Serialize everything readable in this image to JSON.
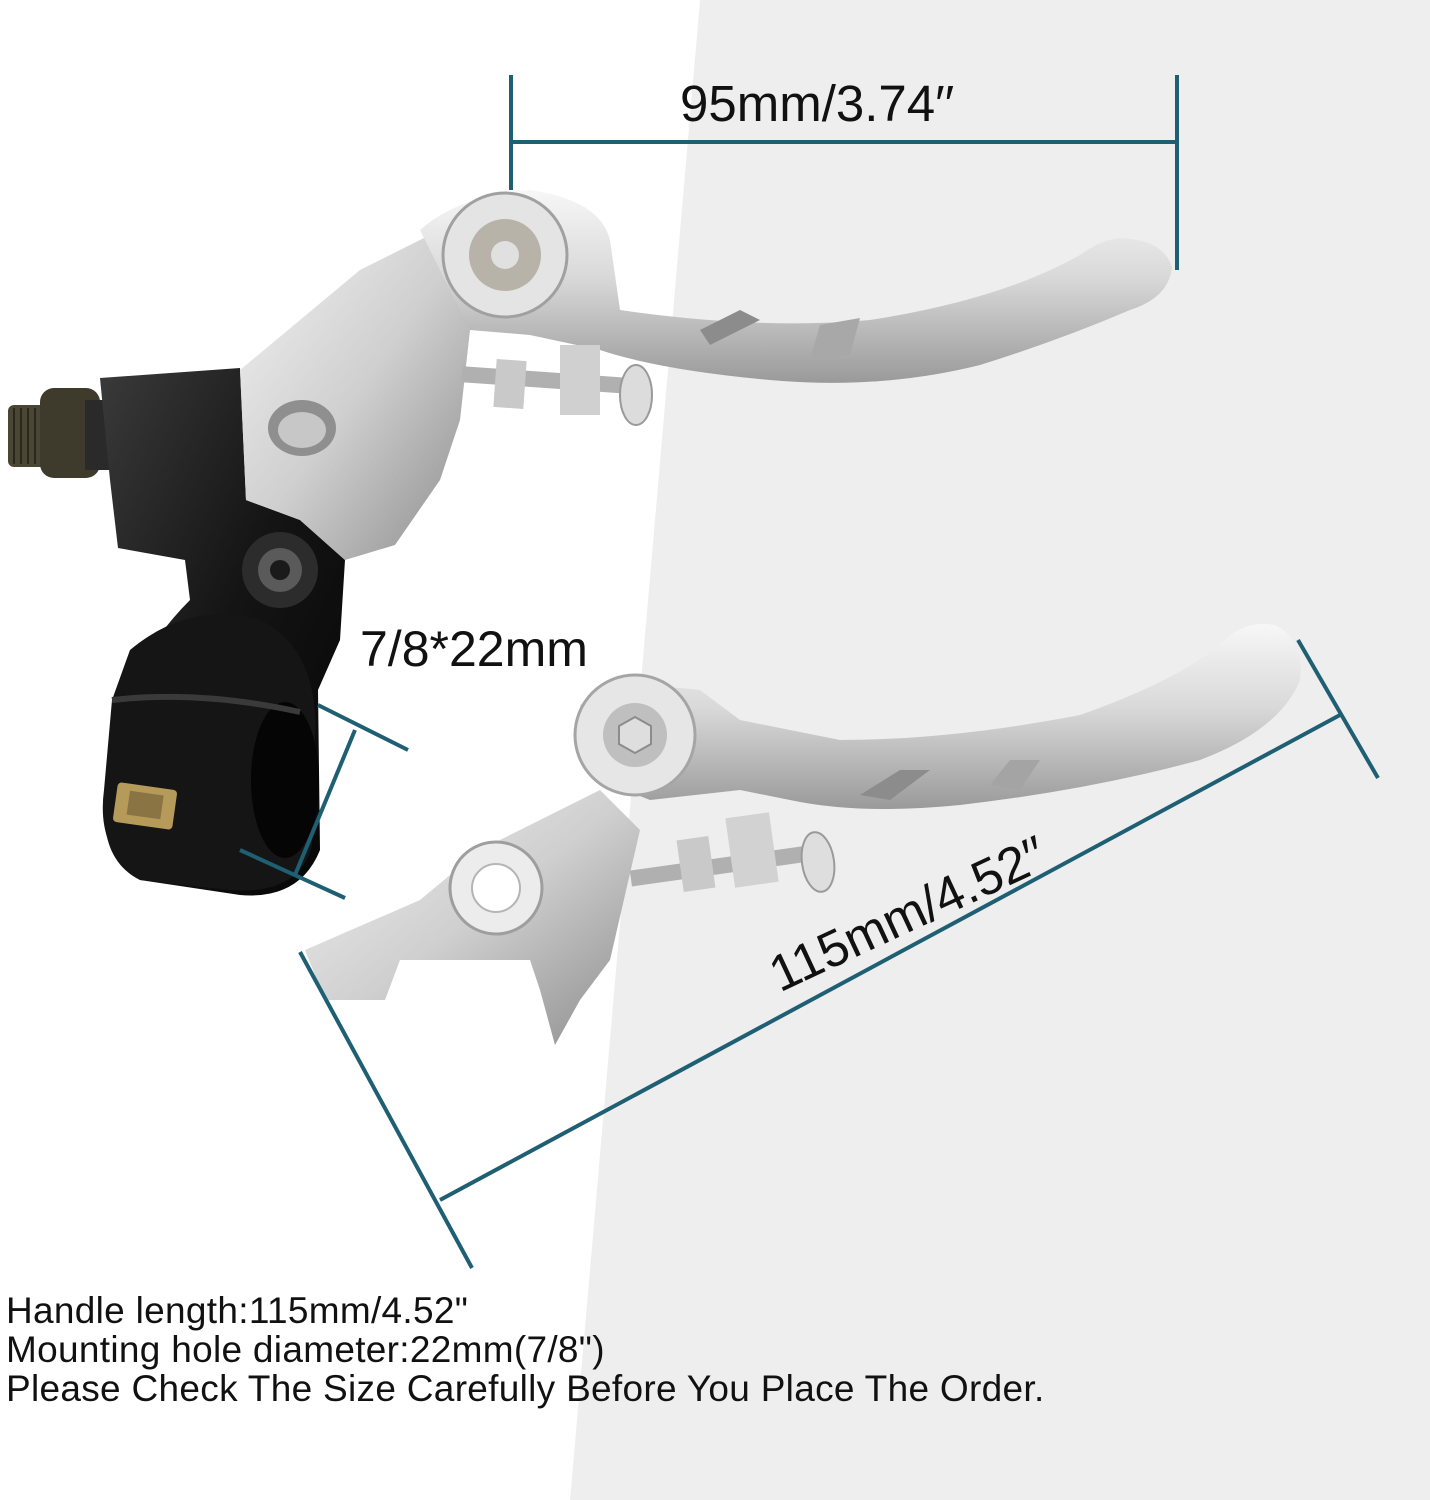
{
  "dimensions": {
    "top_span": "95mm/3.74′′",
    "mount_diameter": "7/8*22mm",
    "lever_length": "115mm/4.52′′"
  },
  "specs": {
    "line1": "Handle length:115mm/4.52\"",
    "line2": "Mounting hole diameter:22mm(7/8\")",
    "line3": "Please Check The Size Carefully Before You Place The Order."
  },
  "colors": {
    "dimension_line": "#1f5f73",
    "chrome": "#d7d7d7",
    "black_part": "#111111",
    "background_right": "#eeeeee"
  }
}
